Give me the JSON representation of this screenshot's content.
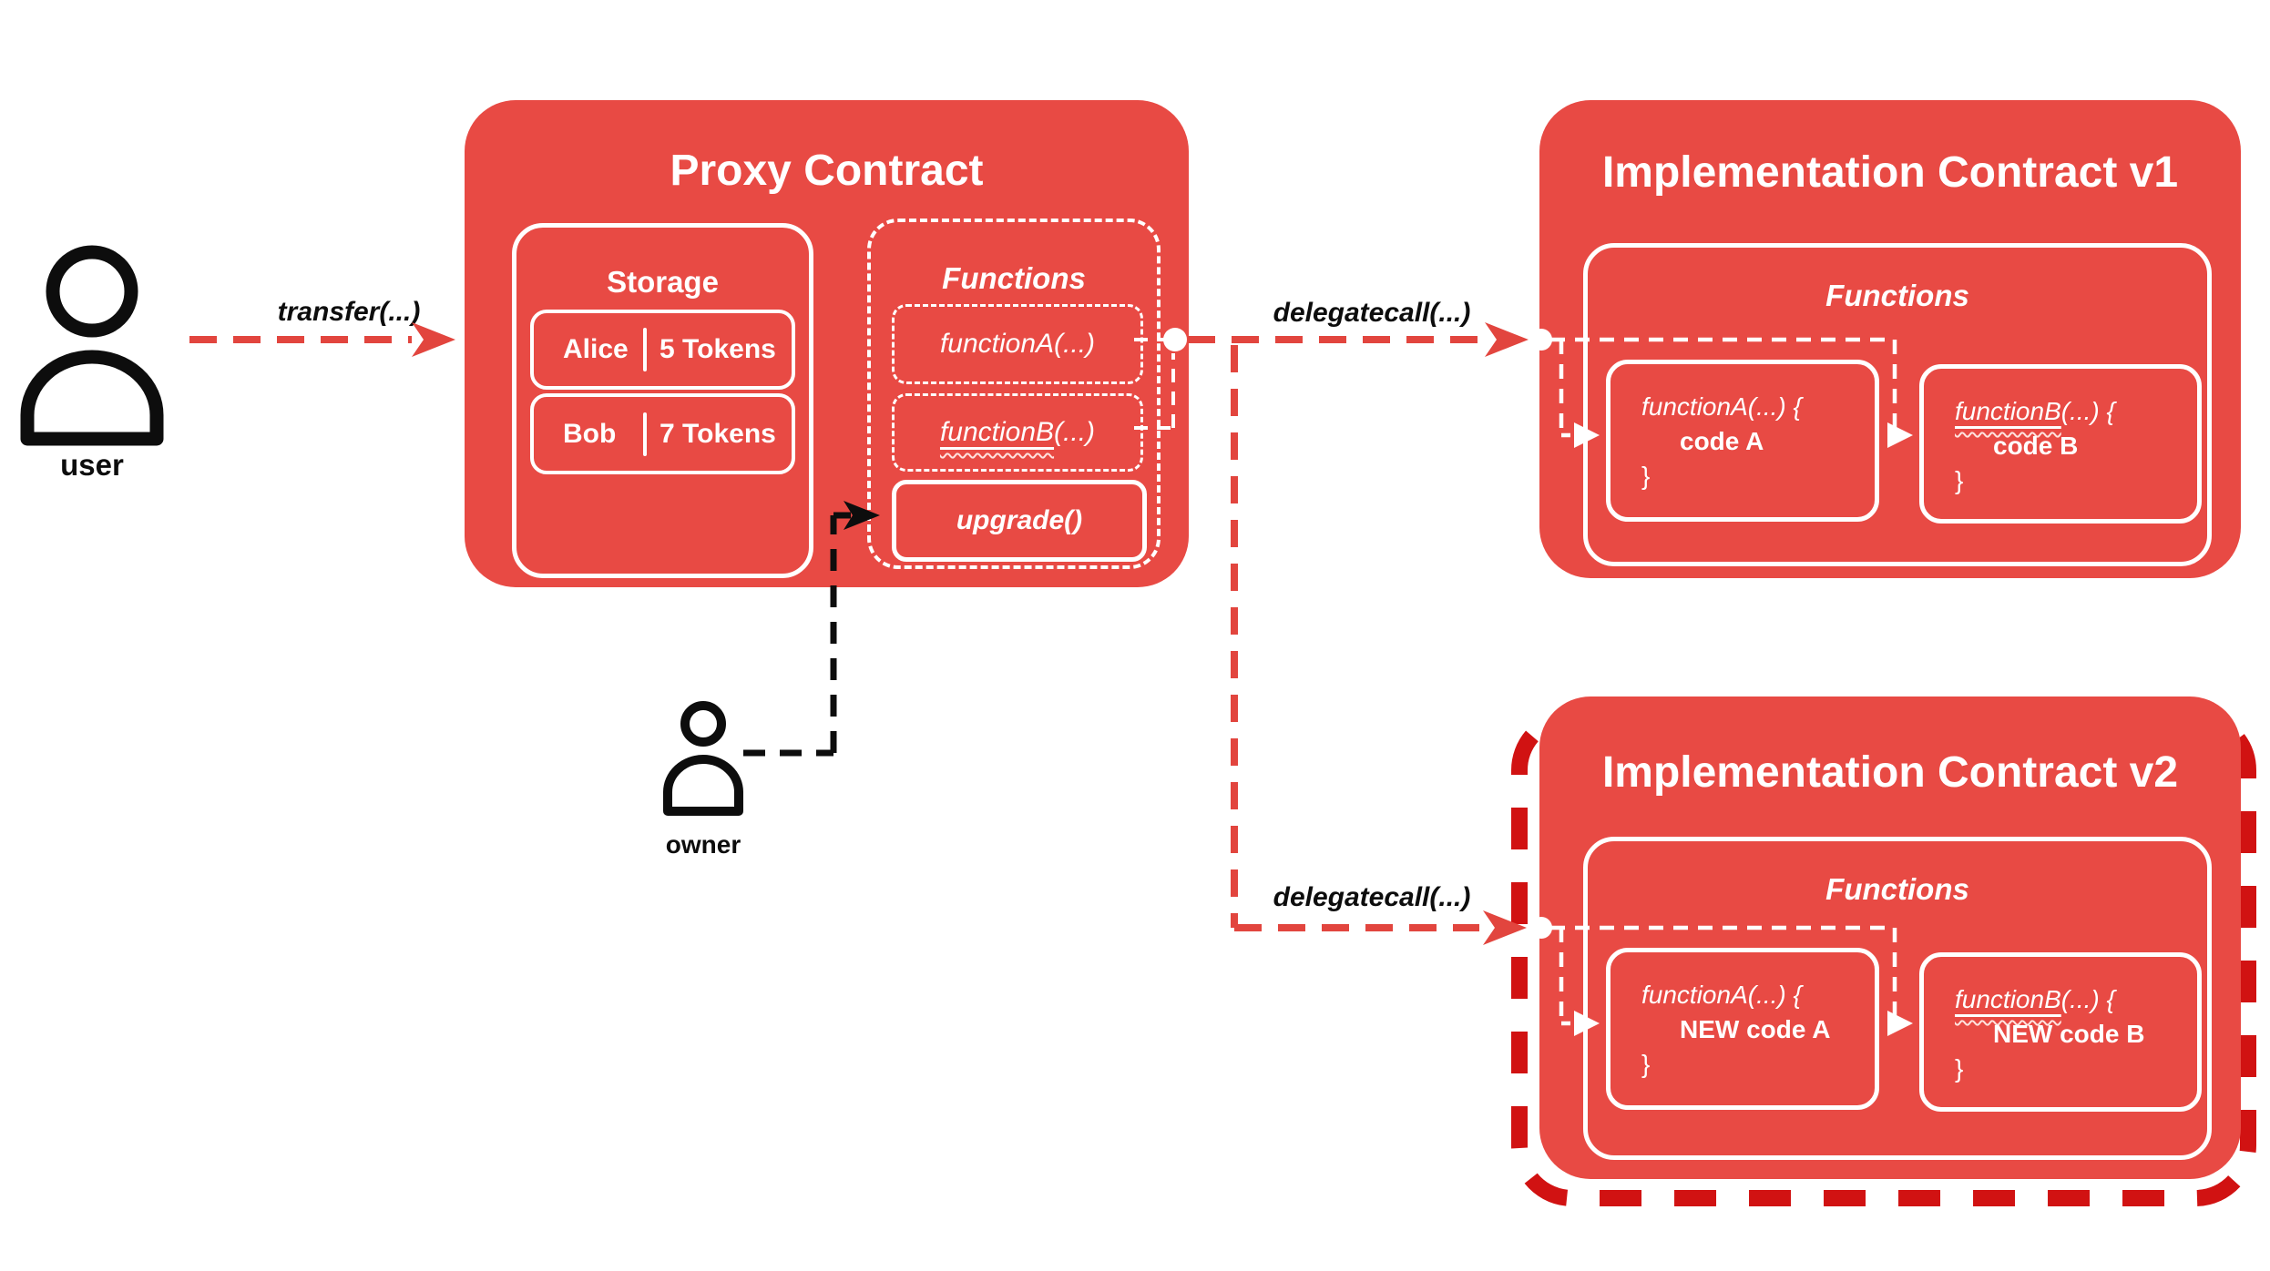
{
  "colors": {
    "box_red": "#e84a44",
    "arrow_red": "#e2453e",
    "highlight_red": "#d11212",
    "ink": "#0d0d0d",
    "white": "#ffffff"
  },
  "actors": {
    "user_label": "user",
    "owner_label": "owner"
  },
  "calls": {
    "transfer": "transfer(...)",
    "delegatecall_v1": "delegatecall(...)",
    "delegatecall_v2": "delegatecall(...)"
  },
  "proxy": {
    "title": "Proxy Contract",
    "storage": {
      "title": "Storage",
      "rows": [
        {
          "name": "Alice",
          "value": "5 Tokens"
        },
        {
          "name": "Bob",
          "value": "7 Tokens"
        }
      ]
    },
    "functions": {
      "title": "Functions",
      "function_a": "functionA(...)",
      "function_b": {
        "name": "functionB",
        "suffix": "(...)"
      },
      "upgrade": "upgrade()"
    }
  },
  "impl_v1": {
    "title": "Implementation Contract v1",
    "functions_title": "Functions",
    "function_a": {
      "signature": "functionA(...) {",
      "body": "code A",
      "close": "}"
    },
    "function_b": {
      "name": "functionB",
      "suffix": "(...) {",
      "body": "code B",
      "close": "}"
    }
  },
  "impl_v2": {
    "title": "Implementation Contract v2",
    "functions_title": "Functions",
    "function_a": {
      "signature": "functionA(...) {",
      "body": "NEW code A",
      "close": "}"
    },
    "function_b": {
      "name": "functionB",
      "suffix": "(...) {",
      "body": "NEW code B",
      "close": "}"
    }
  }
}
